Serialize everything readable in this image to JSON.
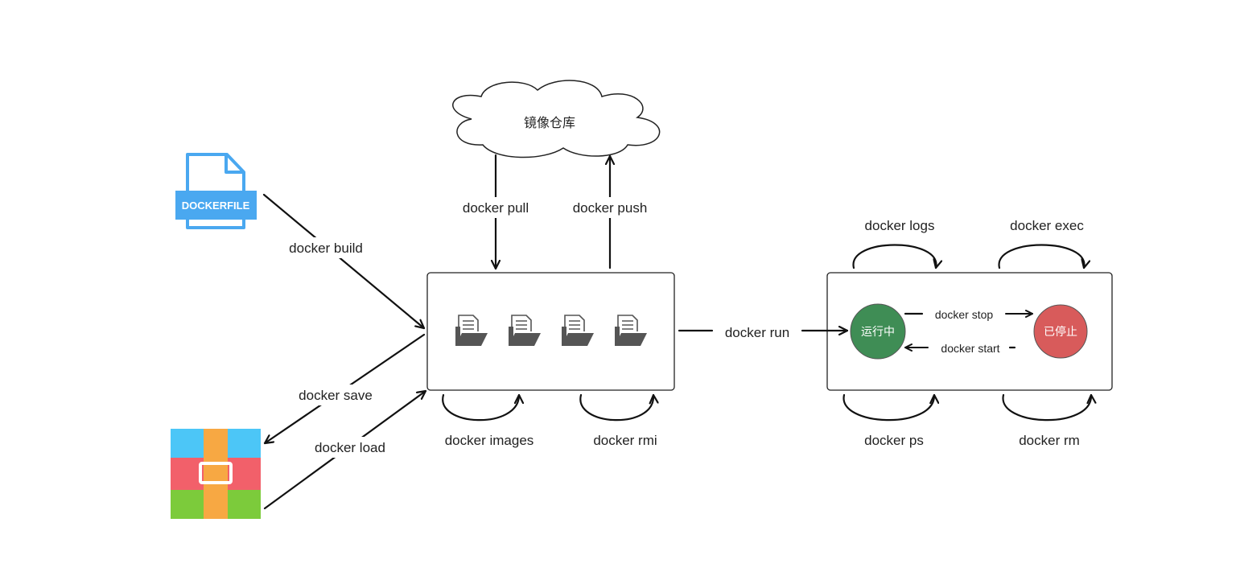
{
  "registry": {
    "label": "镜像仓库"
  },
  "dockerfile": {
    "badge": "DOCKERFILE",
    "badge_color": "#4aa8f0"
  },
  "archive": {
    "colors": {
      "top": "#4cc6f7",
      "middle": "#f2606a",
      "bottom": "#7ccb3b",
      "strap": "#f7a843"
    }
  },
  "images": {
    "count": 4
  },
  "containers": {
    "running": {
      "label": "运行中",
      "color": "#3f8d55"
    },
    "stopped": {
      "label": "已停止",
      "color": "#d85b5b"
    }
  },
  "commands": {
    "build": "docker build",
    "save": "docker save",
    "load": "docker load",
    "pull": "docker pull",
    "push": "docker push",
    "images": "docker images",
    "rmi": "docker rmi",
    "run": "docker run",
    "logs": "docker logs",
    "exec": "docker exec",
    "stop": "docker stop",
    "start": "docker start",
    "ps": "docker ps",
    "rm": "docker rm"
  }
}
